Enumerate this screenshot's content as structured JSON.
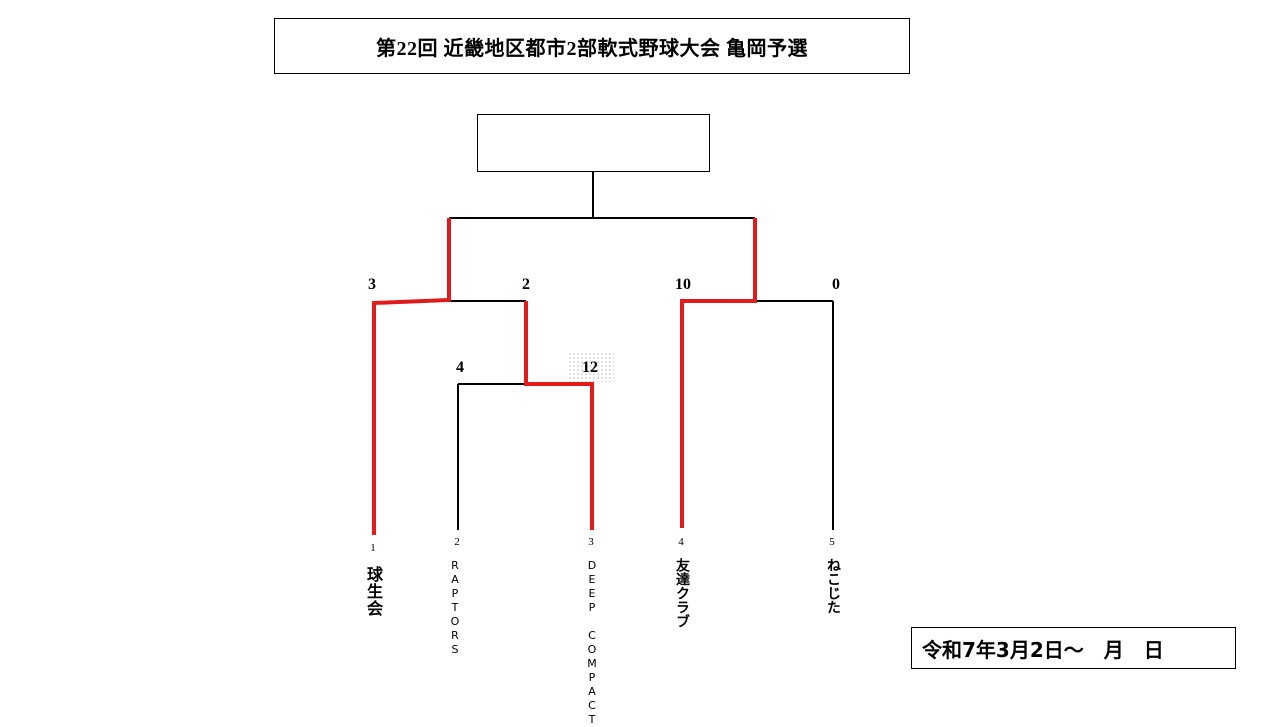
{
  "title": "第22回 近畿地区都市2部軟式野球大会 亀岡予選",
  "date_text": "令和7年3月2日～　月　日",
  "colors": {
    "winner_line": "#e01b1b",
    "line": "#000000"
  },
  "scores": {
    "left_semi_top": "3",
    "left_semi_bottom": "2",
    "right_semi_top": "10",
    "right_semi_bottom": "0",
    "first_round_left": "4",
    "first_round_right": "12"
  },
  "teams": [
    {
      "seed": "1",
      "name": "球生会"
    },
    {
      "seed": "2",
      "name": "RAPTORS"
    },
    {
      "seed": "3",
      "name": "DEEP COMPACT"
    },
    {
      "seed": "4",
      "name": "友達クラブ"
    },
    {
      "seed": "5",
      "name": "ねこじた"
    }
  ]
}
